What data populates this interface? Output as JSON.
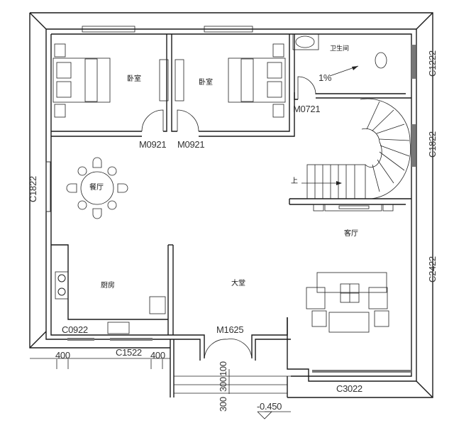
{
  "rooms": {
    "bedroom_left": "卧室",
    "bedroom_right": "卧室",
    "bathroom": "卫生间",
    "dining": "餐厅",
    "living": "客厅",
    "kitchen": "厨房",
    "hall": "大堂"
  },
  "doors": {
    "bedroom_left": "M0921",
    "bedroom_right": "M0921",
    "bathroom": "M0721",
    "entrance": "M1625"
  },
  "windows": {
    "bathroom_east": "C1222",
    "stair_east": "C1822",
    "living_east": "C2422",
    "dining_west": "C1822",
    "kitchen_south": "C0922",
    "south_main": "C1522",
    "living_south": "C3022"
  },
  "annotations": {
    "slope": "1%",
    "stair_up": "上",
    "dim_left_400": "400",
    "dim_right_400": "400",
    "dim_100": "100",
    "dim_300a": "300",
    "dim_300b": "300",
    "elevation": "-0.450"
  }
}
